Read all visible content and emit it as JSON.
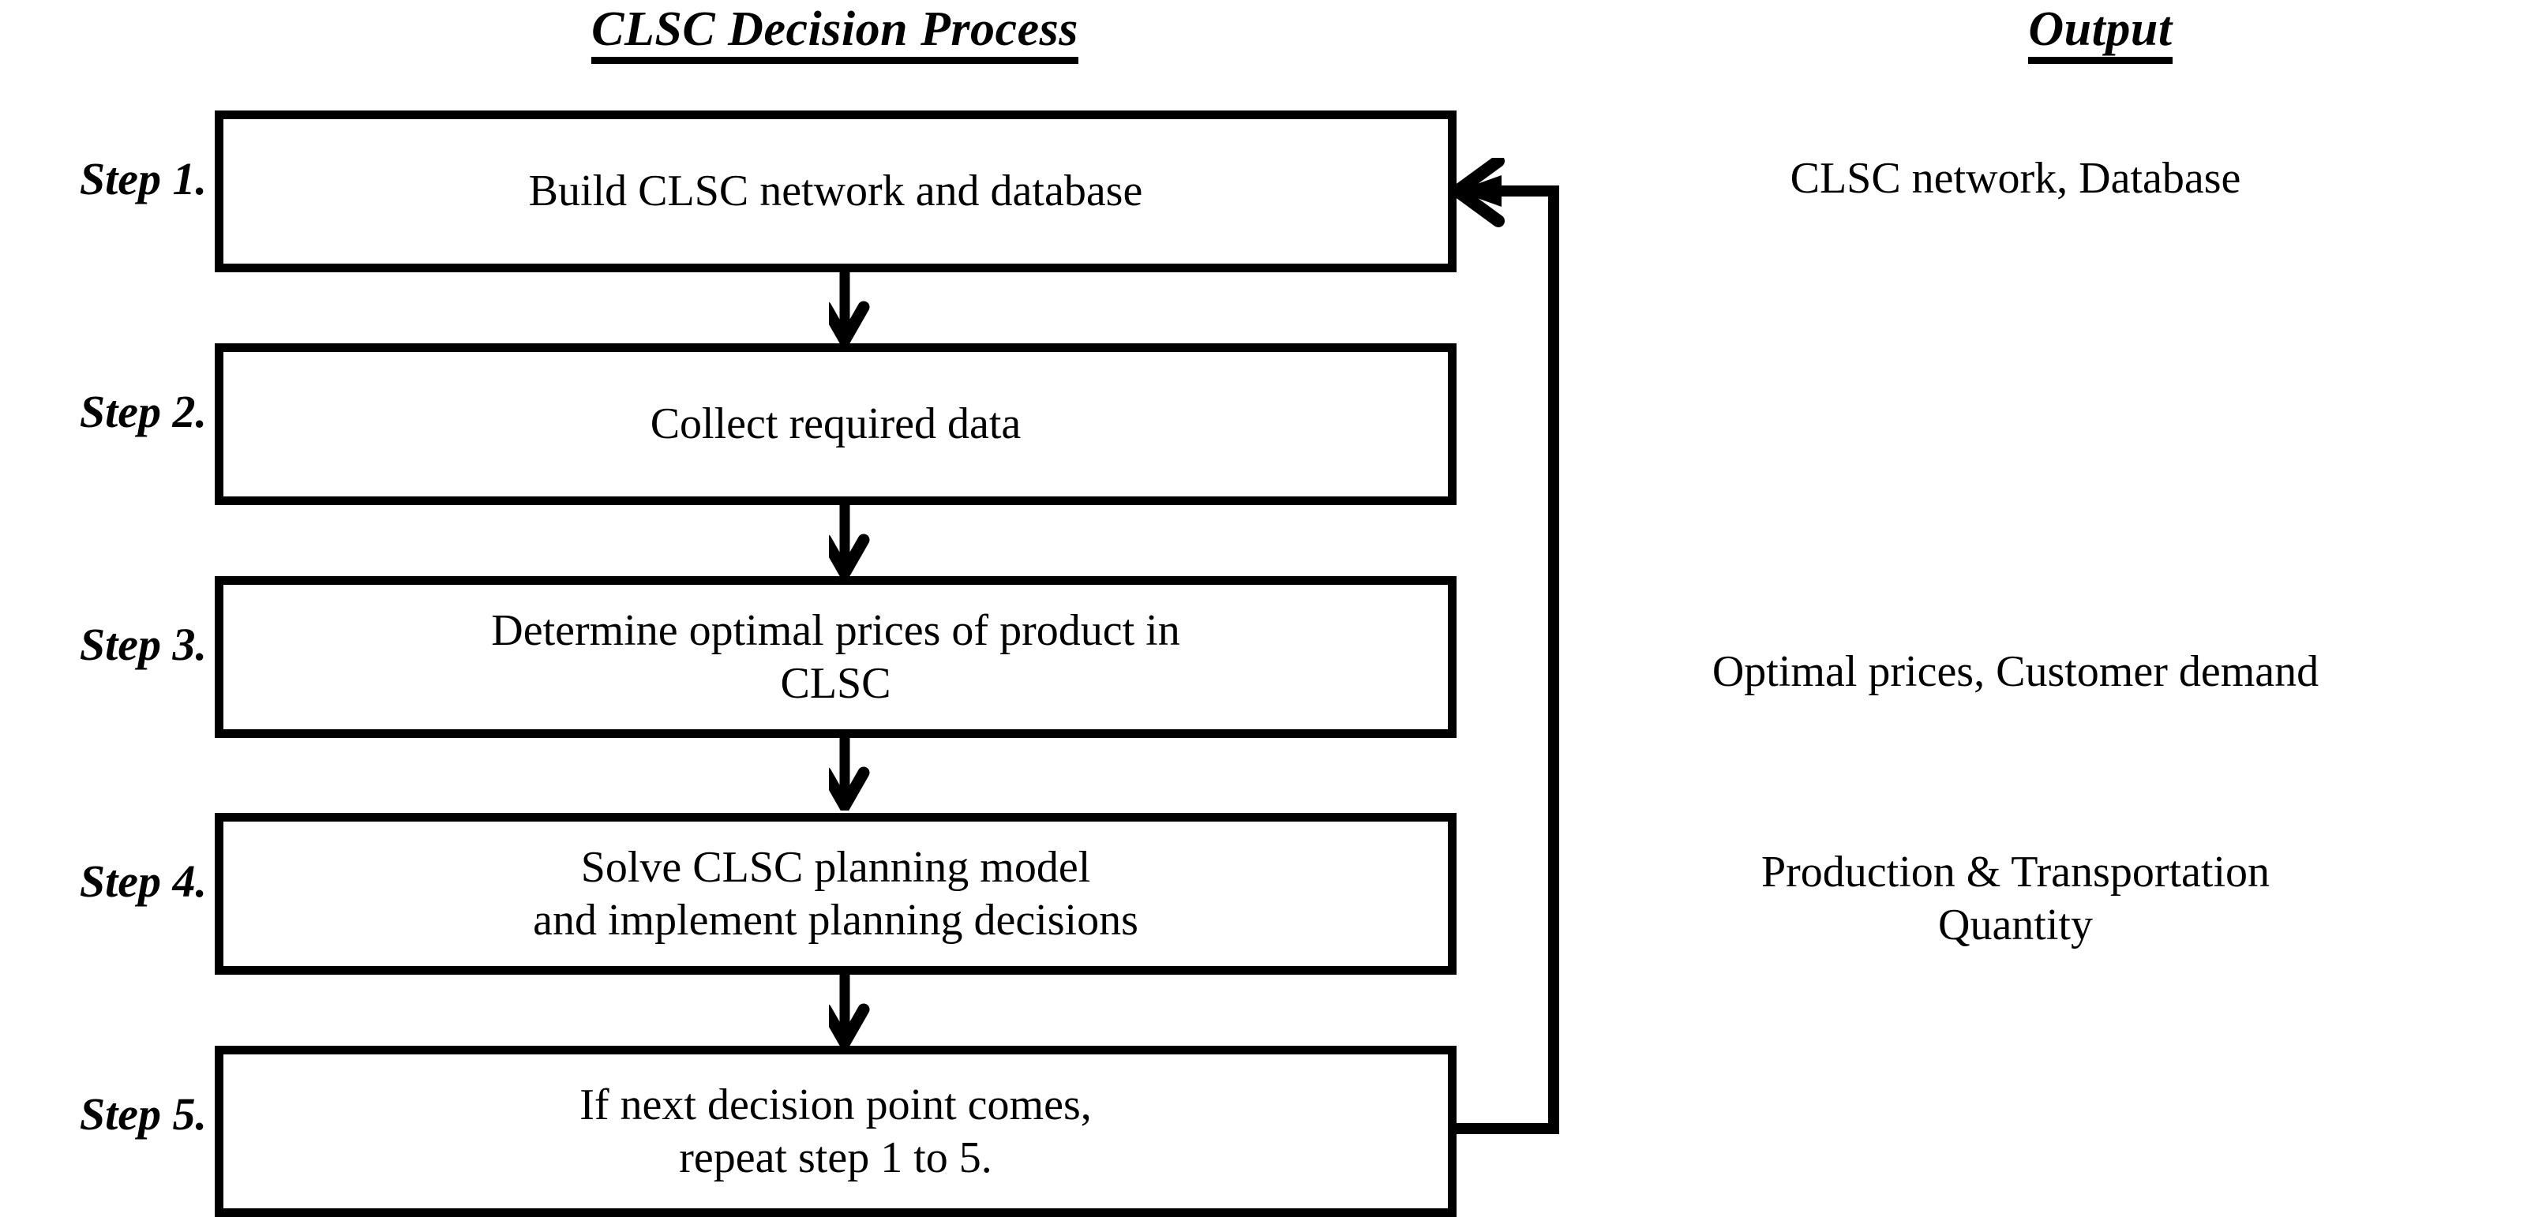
{
  "headers": {
    "process": "CLSC Decision Process",
    "output": "Output"
  },
  "steps": [
    {
      "label": "Step 1.",
      "box_text": "Build CLSC network and database",
      "output": "CLSC network, Database"
    },
    {
      "label": "Step 2.",
      "box_text": "Collect required data",
      "output": ""
    },
    {
      "label": "Step 3.",
      "box_text": "Determine optimal prices of product in\nCLSC",
      "output": "Optimal prices, Customer demand"
    },
    {
      "label": "Step 4.",
      "box_text": "Solve CLSC planning model\nand implement planning decisions",
      "output": "Production & Transportation\nQuantity"
    },
    {
      "label": "Step 5.",
      "box_text": "If next decision point comes,\nrepeat step 1 to 5.",
      "output": ""
    }
  ],
  "connectors": {
    "arrow_1_to_2": "down-arrow",
    "arrow_2_to_3": "down-arrow",
    "arrow_3_to_4": "down-arrow",
    "arrow_4_to_5": "down-arrow",
    "feedback": "feedback-loop-step5-to-step1"
  },
  "colors": {
    "stroke": "#000000",
    "background": "#ffffff"
  }
}
